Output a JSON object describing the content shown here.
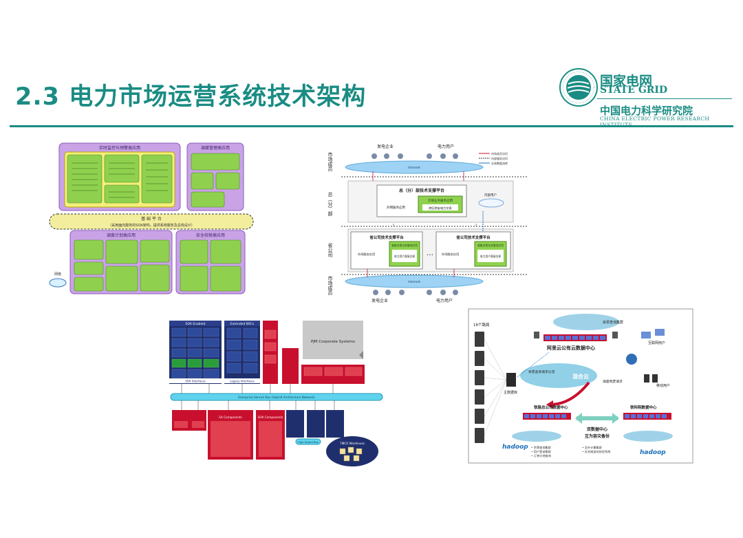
{
  "slide": {
    "title": "2.3 电力市场运营系统技术架构"
  },
  "brand": {
    "name_cn": "国家电网",
    "name_en": "STATE GRID",
    "institute_cn": "中国电力科学研究院",
    "institute_en": "CHINA ELECTRIC POWER RESEARCH INSTITUTE"
  },
  "diagram1": {
    "top_left_title": "实时监控与预警类应用",
    "top_right_title": "调度管理类应用",
    "platform_title": "基 础 平 台",
    "platform_sub": "（采用面向服务的SOA架构，提供系统服务及总线设计）",
    "bottom_left_title": "调度计划类应用",
    "bottom_right_title": "安全校核类应用",
    "side_label": "网络"
  },
  "diagram2": {
    "row_market_top": "市场成员",
    "row_hq": "总（分）部",
    "row_province": "省公司",
    "row_market_bottom": "市场成员",
    "gen_top": "发电企业",
    "user_top": "电力用户",
    "internet": "Internet",
    "hq_platform": "总（分）部技术支撑平台",
    "hq_external": "外网服务应用",
    "hq_inner_app": "交易业务服务应用",
    "hq_cross": "跨区跨省电力交易",
    "hq_right": "内部用户",
    "prov_platform_1": "省公司技术支撑平台",
    "prov_platform_2": "省公司技术支撑平台",
    "prov_external": "外网服务应用",
    "prov_app": "省级交易业务服务应用",
    "prov_trade": "电力用户直接交易",
    "dots": "…",
    "gen_bottom": "发电企业",
    "user_bottom": "电力用户",
    "legend_1": "市场成员访问",
    "legend_2": "内部服务访问",
    "legend_3": "交易数据流转"
  },
  "diagram3": {
    "soa_enabled": "SOA Enabled",
    "extended": "Extended BSCs",
    "pjm": "PJM Corporate Systems",
    "esb": "Enterprise Service Bus (Hybrid Architecture Network)",
    "soa_interfaces": "SOA Interfaces",
    "legacy_interfaces": "Legacy Interfaces",
    "hsb": "High Speed Bus",
    "tibco": "TIBCO Warehouse",
    "sa_components": "SA Components",
    "soa_components": "SOA Components"
  },
  "diagram4": {
    "nodes_18": "18个路局",
    "cloud_cluster": "余票查询集群",
    "aliyun": "阿里云公有云数据中心",
    "internet_users": "互联网用户",
    "mobile_users": "移动用户",
    "hybrid_cloud": "混合云",
    "main_db": "主数据库",
    "query_split": "余票查询请求分流",
    "mass_request": "海量购票请求",
    "rail_corp": "铁路总公司数据中心",
    "rail_inst": "铁科院数据中心",
    "dual_center": "双数据中心",
    "backup": "互为容灾备份",
    "hadoop": "hadoop",
    "bullet_1": "• 余票查询集群",
    "bullet_2": "• 用户登录集群",
    "bullet_3": "• 订单分地查询",
    "bullet_4": "• 总外计算集群",
    "bullet_5": "• 实名制身份核验系统"
  },
  "colors": {
    "accent": "#1a8c83",
    "purple": "#b58ad6",
    "green": "#7ac943",
    "red": "#c8102e",
    "navy": "#1f2f6e",
    "cyan": "#5fd3ee"
  }
}
